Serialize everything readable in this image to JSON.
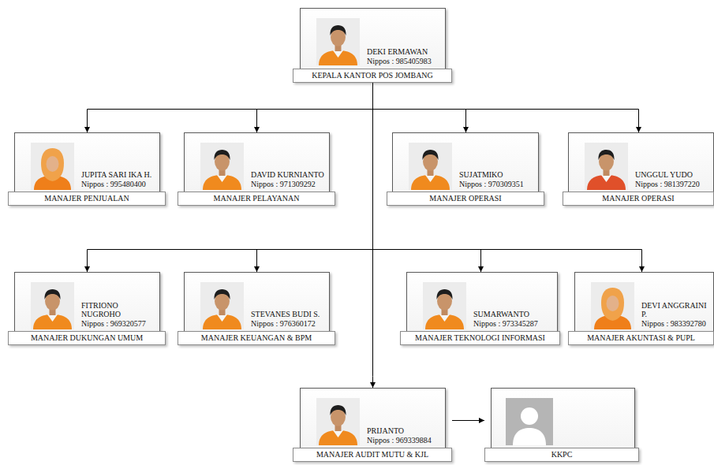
{
  "diagram": {
    "nodes": [
      {
        "text": [
          "DEKI ERMAWAN",
          "Nippos : 985405983",
          "KEPALA KANTOR POS JOMBANG"
        ]
      },
      {
        "text": [
          "JUPITA SARI IKA H.",
          "Nippos : 995480400",
          "MANAJER PENJUALAN"
        ]
      },
      {
        "text": [
          "DAVID KURNIANTO",
          "Nippos : 971309292",
          "MANAJER PELAYANAN"
        ]
      },
      {
        "text": [
          "SUJATMIKO",
          "Nippos : 970309351",
          "MANAJER OPERASI"
        ]
      },
      {
        "text": [
          "UNGGUL YUDO",
          "Nippos : 981397220",
          "MANAJER OPERASI"
        ]
      },
      {
        "text": [
          "FITRIONO NUGROHO",
          "Nippos : 969320577",
          "MANAJER DUKUNGAN UMUM"
        ]
      },
      {
        "text": [
          "STEVANES BUDI S.",
          "Nippos : 976360172",
          "MANAJER KEUANGAN & BPM"
        ]
      },
      {
        "text": [
          "SUMARWANTO",
          "Nippos : 973345287",
          "MANAJER TEKNOLOGI INFORMASI"
        ]
      },
      {
        "text": [
          "DEVI ANGGRAINI P.",
          "Nippos : 983392780",
          "MANAJER AKUNTASI & PUPL"
        ]
      },
      {
        "text": [
          "PRIJANTO",
          "Nippos : 969339884",
          "MANAJER AUDIT MUTU & KJL"
        ]
      },
      {
        "text": [
          "KKPC"
        ]
      }
    ],
    "edges": [
      {
        "from": 0,
        "to": 1,
        "arrow": "to"
      },
      {
        "from": 0,
        "to": 2,
        "arrow": "to"
      },
      {
        "from": 0,
        "to": 3,
        "arrow": "to"
      },
      {
        "from": 0,
        "to": 4,
        "arrow": "to"
      },
      {
        "from": 0,
        "to": 5,
        "arrow": "to"
      },
      {
        "from": 0,
        "to": 6,
        "arrow": "to"
      },
      {
        "from": 0,
        "to": 7,
        "arrow": "to"
      },
      {
        "from": 0,
        "to": 8,
        "arrow": "to"
      },
      {
        "from": 0,
        "to": 9,
        "arrow": "to"
      },
      {
        "from": 9,
        "to": 10,
        "arrow": "to"
      }
    ]
  }
}
